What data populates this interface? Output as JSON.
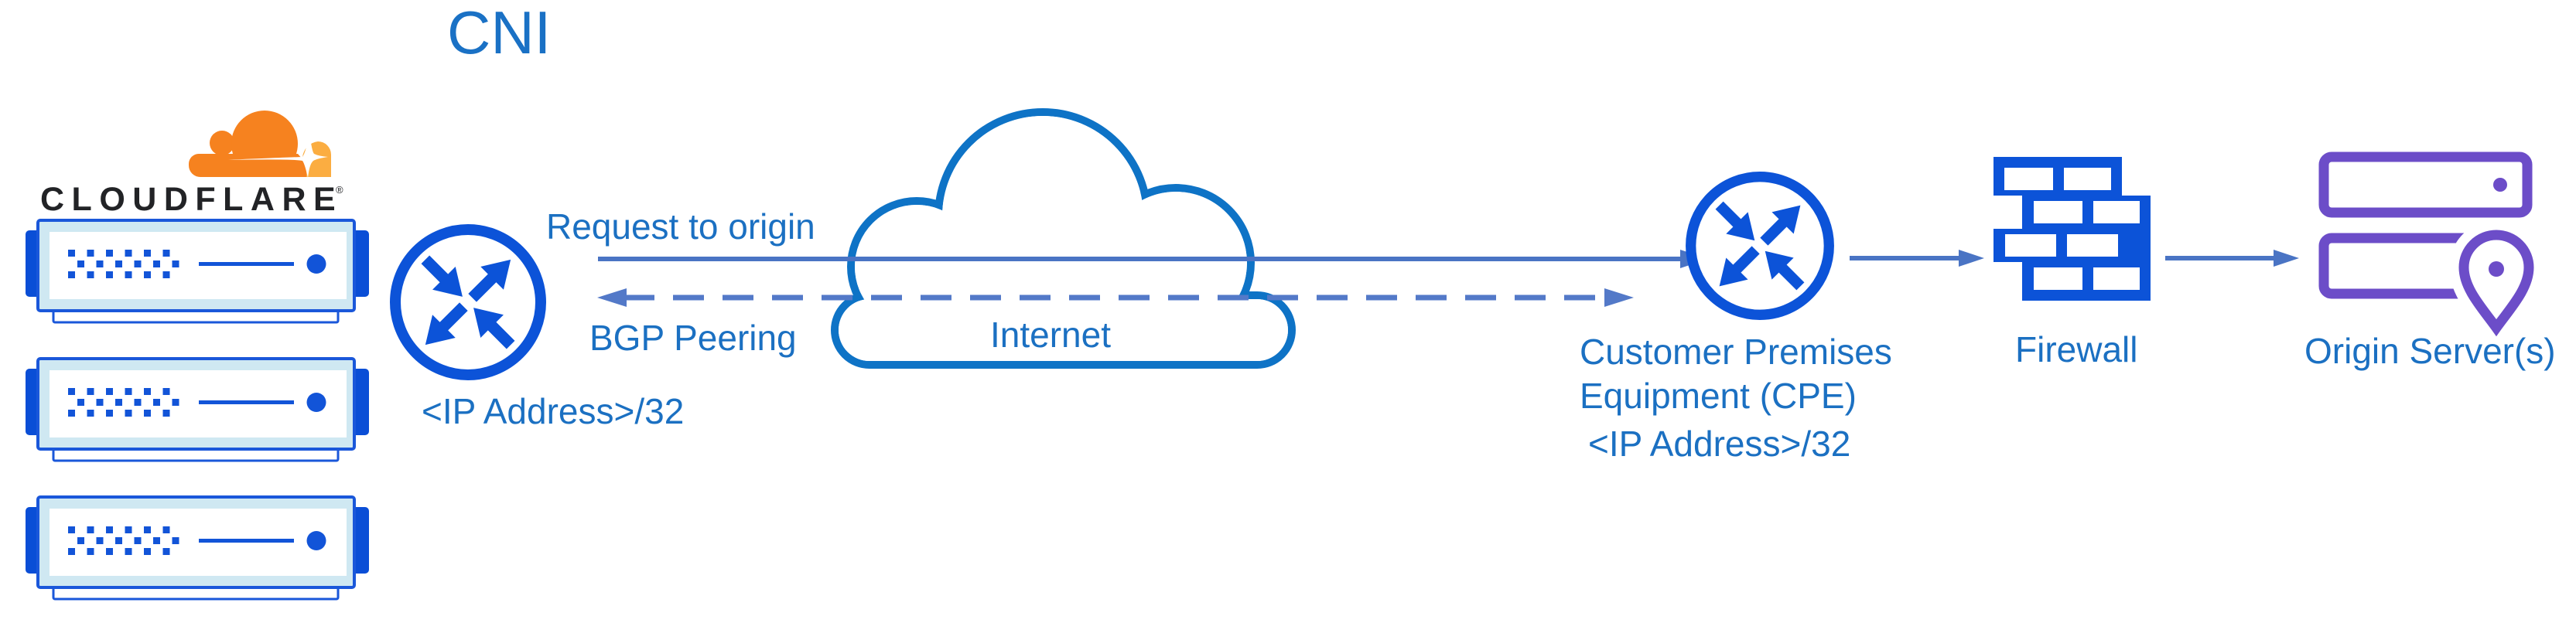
{
  "diagram": {
    "title": "CNI",
    "cloudflare": {
      "wordmark": "CLOUDFLARE",
      "registered_mark": "®",
      "server_count": 3
    },
    "nodes": {
      "edge_router": {
        "ip_label": "<IP Address>/32"
      },
      "internet_cloud": {
        "label": "Internet"
      },
      "cpe_router": {
        "label_line1": "Customer Premises",
        "label_line2": "Equipment (CPE)",
        "ip_label": "<IP Address>/32"
      },
      "firewall": {
        "label": "Firewall"
      },
      "origin_server": {
        "label": "Origin Server(s)"
      }
    },
    "flows": {
      "request": {
        "label": "Request to origin",
        "style": "solid"
      },
      "bgp": {
        "label": "BGP Peering",
        "style": "dashed"
      }
    },
    "colors": {
      "icon_blue": "#0c53d8",
      "cloud_outline_blue": "#0e73c6",
      "label_blue": "#1b70c2",
      "arrow_blue": "#4a74c4",
      "server_band_blue": "#cfe8f2",
      "cloudflare_orange": "#f6821f",
      "cloudflare_orange_light": "#fbad41",
      "wordmark_dark": "#222326",
      "origin_purple": "#6c4dc8"
    }
  }
}
